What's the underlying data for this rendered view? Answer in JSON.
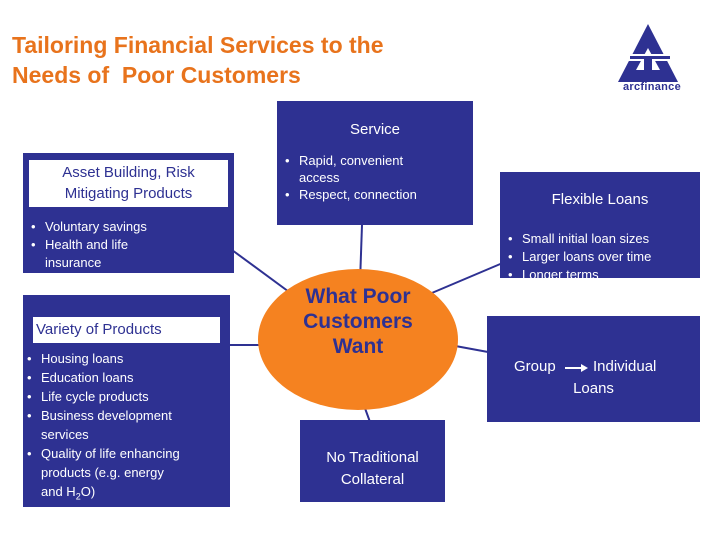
{
  "title": {
    "line1": "Tailoring Financial Services to the",
    "line2": "Needs of  Poor Customers"
  },
  "logo": {
    "text": "arcfinance",
    "color": "#2e3192"
  },
  "colors": {
    "box": "#2e3192",
    "title": "#e8731c",
    "center": "#f58220"
  },
  "center": {
    "line1": "What Poor",
    "line2": "Customers",
    "line3": "Want"
  },
  "service": {
    "heading": "Service",
    "items": [
      "Rapid, convenient",
      "access",
      "Respect, connection"
    ]
  },
  "asset": {
    "heading_line1": "Asset Building, Risk",
    "heading_line2": "Mitigating Products",
    "items": [
      "Voluntary savings",
      "Health and life",
      "insurance"
    ]
  },
  "flexible": {
    "heading": "Flexible Loans",
    "items": [
      "Small initial loan sizes",
      "Larger loans over time",
      "Longer terms"
    ]
  },
  "variety": {
    "heading": "Variety of Products",
    "items": [
      "Housing loans",
      "Education loans",
      "Life cycle products",
      "Business development",
      "services",
      "Quality of life enhancing",
      "products (e.g. energy",
      "and H",
      "2",
      "O)"
    ]
  },
  "group": {
    "from": "Group",
    "to_line1": "Individual",
    "to_line2": "Loans"
  },
  "collateral": {
    "line1": "No Traditional",
    "line2": "Collateral"
  }
}
